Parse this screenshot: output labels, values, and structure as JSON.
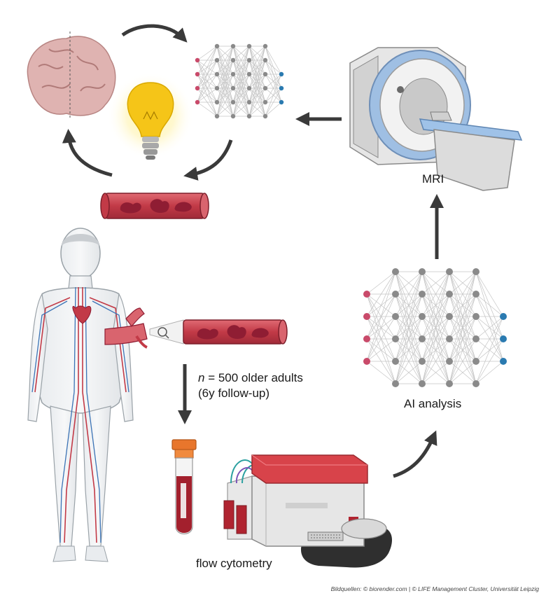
{
  "labels": {
    "mri": "MRI",
    "ai_analysis": "AI analysis",
    "cohort_n": "n",
    "cohort_rest": " = 500 older adults",
    "cohort_followup": "(6y follow-up)",
    "flow_cytometry": "flow cytometry"
  },
  "credit": "Bildquellen: © biorender.com | © LIFE Management Cluster, Universität Leipzig",
  "icons": [
    "brain-icon",
    "lightbulb-icon",
    "neural-network-icon",
    "blood-vessel-icon",
    "mri-scanner-icon",
    "human-body-icon",
    "blood-tube-icon",
    "flow-cytometer-icon",
    "magnifier-icon",
    "arrow-icon"
  ],
  "colors": {
    "arrow": "#3a3a3a",
    "input_node": "#c94a6a",
    "hidden_node": "#8a8a8a",
    "output_node": "#2a7ab0",
    "vessel": "#c23a47",
    "cell": "#8f1d33",
    "brain": "#d9a8a6",
    "bulb": "#f5c518",
    "mri_body": "#e6e6e6",
    "mri_ring": "#9fbfe3",
    "cytometer_lid": "#d8434a"
  }
}
